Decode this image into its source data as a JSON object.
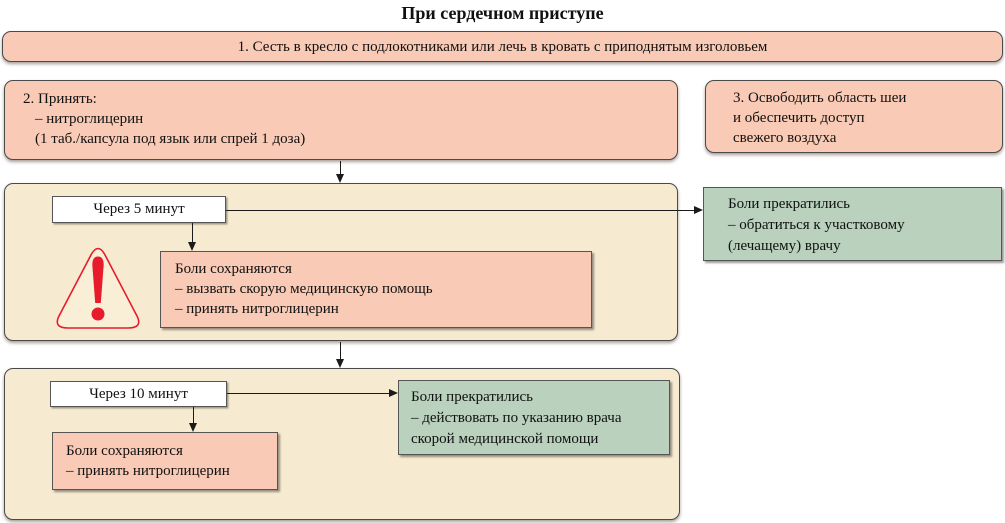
{
  "title": "При сердечном приступе",
  "colors": {
    "pink": "#f9cab5",
    "beige": "#f6ebd1",
    "green": "#b9d1bd",
    "alert_red": "#e81b2c"
  },
  "steps": {
    "step1": {
      "text": "1. Сесть в кресло с подлокотниками или лечь в кровать с приподнятым изголовьем"
    },
    "step2": {
      "lines": [
        "2. Принять:",
        "– нитроглицерин",
        "(1 таб./капсула под язык или спрей 1 доза)"
      ]
    },
    "step3": {
      "lines": [
        "3. Освободить область шеи",
        "и обеспечить доступ",
        "свежего воздуха"
      ]
    }
  },
  "stage5": {
    "timer": "Через 5 минут",
    "pain_persists": {
      "lines": [
        "Боли сохраняются",
        "– вызвать скорую медицинскую помощь",
        "– принять нитроглицерин"
      ]
    },
    "pain_stopped": {
      "lines": [
        "Боли прекратились",
        "– обратиться к участковому",
        "(лечащему) врачу"
      ]
    }
  },
  "stage10": {
    "timer": "Через 10 минут",
    "pain_persists": {
      "lines": [
        "Боли сохраняются",
        "– принять нитроглицерин"
      ]
    },
    "pain_stopped": {
      "lines": [
        "Боли прекратились",
        "– действовать по указанию врача",
        "скорой медицинской помощи"
      ]
    }
  },
  "icons": {
    "warning": "warning-triangle-icon"
  }
}
